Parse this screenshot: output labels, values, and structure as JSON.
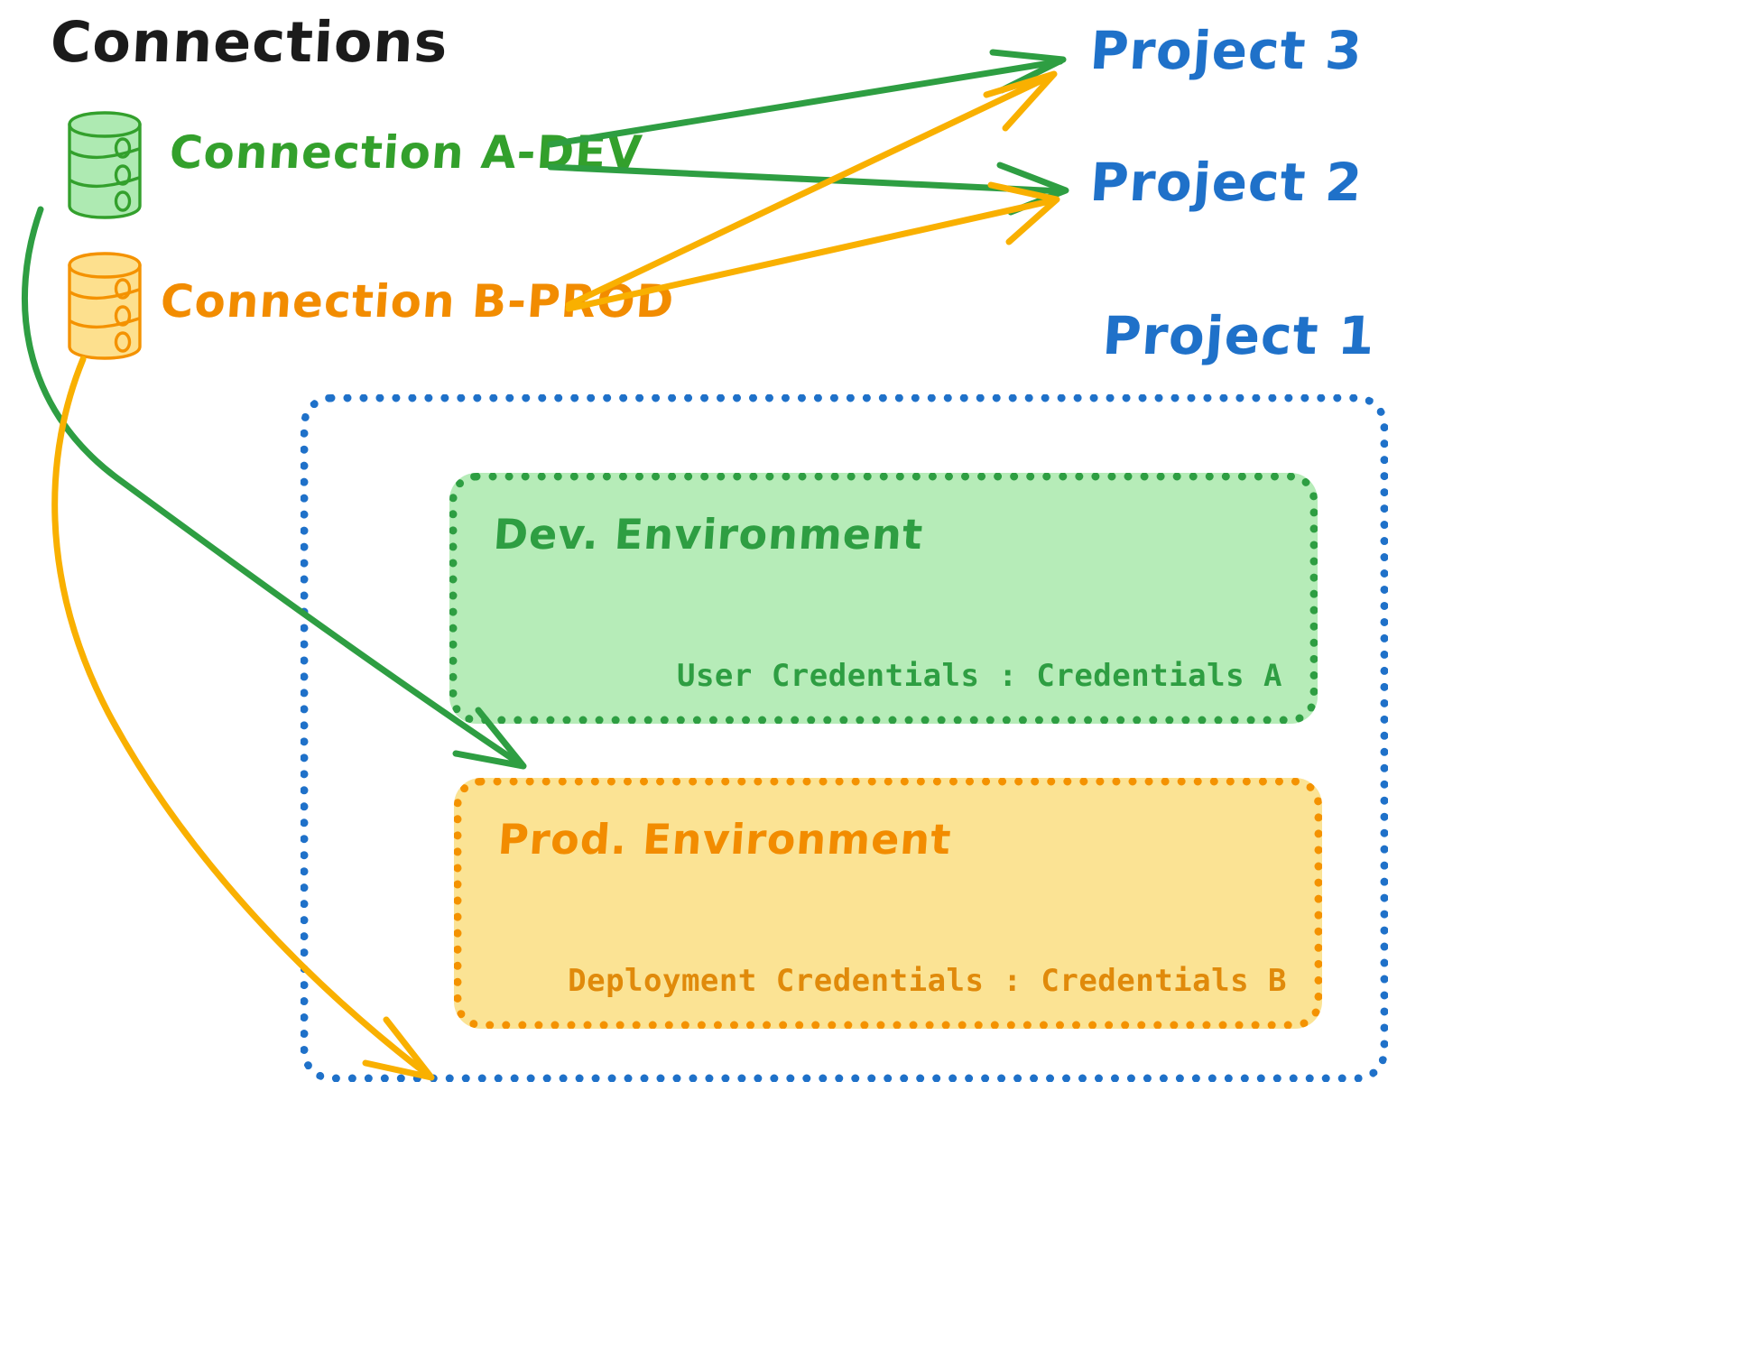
{
  "diagram": {
    "title": "Connections",
    "colors": {
      "dev_green_stroke": "#2e9e42",
      "dev_green_fill": "#b6ecb8",
      "prod_orange_stroke": "#f49200",
      "prod_orange_fill": "#fbe394",
      "project_blue": "#1f71c9",
      "arrow_green": "#2e9e42",
      "arrow_orange": "#f9b000",
      "title_black": "#1b1b1b"
    }
  },
  "connections": [
    {
      "id": "a-dev",
      "label": "Connection A-DEV",
      "icon": "database-icon",
      "color": "#33a02c"
    },
    {
      "id": "b-prod",
      "label": "Connection B-PROD",
      "icon": "database-icon",
      "color": "#f28c00"
    }
  ],
  "projects": [
    {
      "id": "project-3",
      "label": "Project 3"
    },
    {
      "id": "project-2",
      "label": "Project 2"
    },
    {
      "id": "project-1",
      "label": "Project 1"
    }
  ],
  "project1": {
    "environments": [
      {
        "id": "dev",
        "title": "Dev. Environment",
        "credentials_label": "User Credentials",
        "credentials_value": "Credentials A",
        "credentials_line": "User Credentials : Credentials A"
      },
      {
        "id": "prod",
        "title": "Prod. Environment",
        "credentials_label": "Deployment Credentials",
        "credentials_value": "Credentials B",
        "credentials_line": "Deployment Credentials : Credentials B"
      }
    ]
  },
  "edges": [
    {
      "id": "a-dev-to-project-3",
      "from": "a-dev",
      "to": "project-3",
      "color": "#2e9e42",
      "style": "straight"
    },
    {
      "id": "a-dev-to-project-2",
      "from": "a-dev",
      "to": "project-2",
      "color": "#2e9e42",
      "style": "straight"
    },
    {
      "id": "b-prod-to-project-3",
      "from": "b-prod",
      "to": "project-3",
      "color": "#f9b000",
      "style": "straight"
    },
    {
      "id": "b-prod-to-project-2",
      "from": "b-prod",
      "to": "project-2",
      "color": "#f9b000",
      "style": "straight"
    },
    {
      "id": "a-dev-to-dev-env",
      "from": "a-dev",
      "to": "dev",
      "color": "#2e9e42",
      "style": "curved"
    },
    {
      "id": "b-prod-to-prod-env",
      "from": "b-prod",
      "to": "prod",
      "color": "#f9b000",
      "style": "curved"
    }
  ]
}
